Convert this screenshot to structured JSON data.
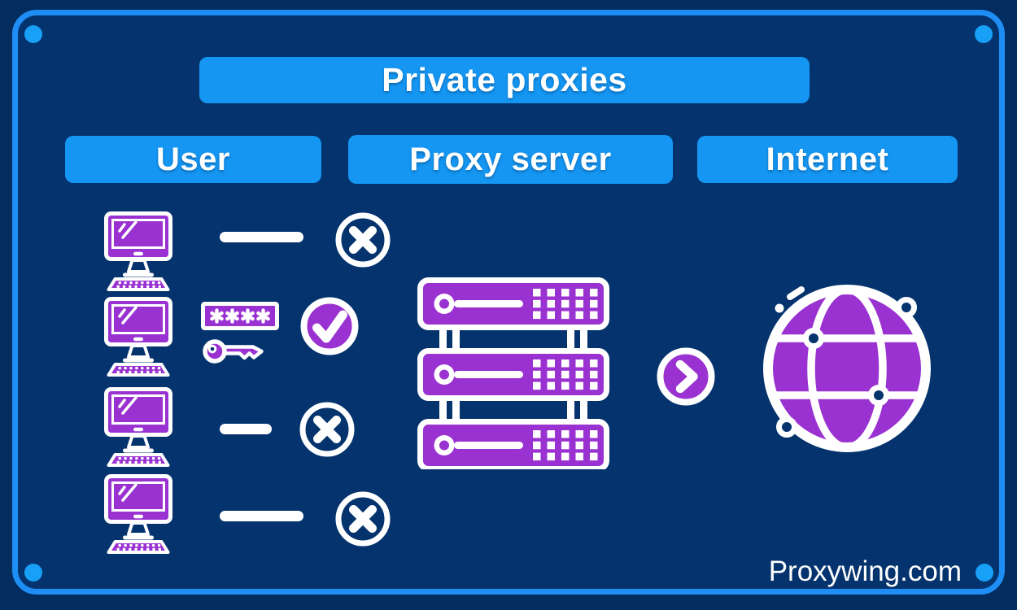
{
  "page": {
    "title": "Private proxies",
    "brand": "Proxywing.com"
  },
  "columns": [
    {
      "id": "user",
      "label": "User"
    },
    {
      "id": "proxy_server",
      "label": "Proxy server"
    },
    {
      "id": "internet",
      "label": "Internet"
    }
  ],
  "flow": {
    "user_rows": [
      {
        "status": "blocked",
        "connection": "long-line"
      },
      {
        "status": "allowed",
        "connection": "credentials",
        "credentials": {
          "password_mask": "****",
          "key": true
        }
      },
      {
        "status": "blocked",
        "connection": "short-line"
      },
      {
        "status": "blocked",
        "connection": "long-line"
      }
    ],
    "proxy_units": 3,
    "arrow": "chevron-right"
  },
  "icons": {
    "user_device": "desktop-computer",
    "blocked": "x-in-circle",
    "allowed": "check-in-circle",
    "auth": "password-field-and-key",
    "proxy": "server-rack",
    "forward": "chevron-right-circle",
    "internet": "globe-network"
  },
  "colors": {
    "outer_background": "#032c5f",
    "panel_background": "#04336e",
    "frame_border": "#1e8ef4",
    "corner_dot": "#18a0f6",
    "header_fill": "#1496f2",
    "accent_purple": "#9a32d1",
    "icon_white": "#ffffff"
  }
}
